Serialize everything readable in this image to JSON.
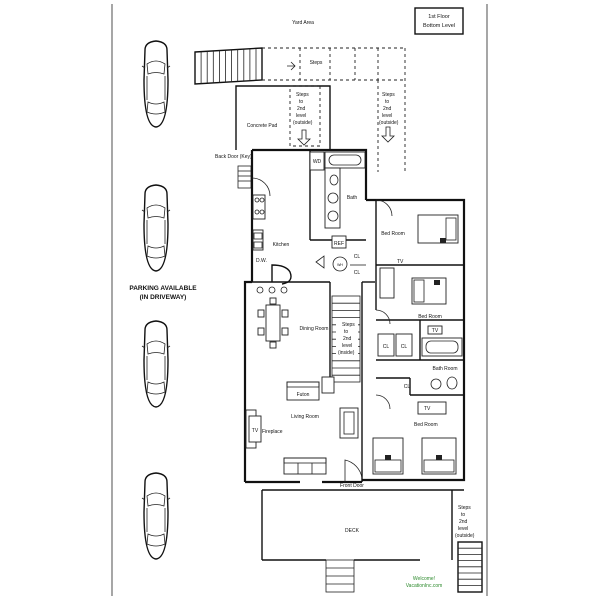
{
  "title": {
    "line1": "1st Floor",
    "line2": "Bottom Level"
  },
  "labels": {
    "yard_area": "Yard Area",
    "steps": "Steps",
    "steps_2nd_outside_1": [
      "Steps",
      "to",
      "2nd",
      "level",
      "(outside)"
    ],
    "steps_2nd_outside_2": [
      "Steps",
      "to",
      "2nd",
      "level",
      "(outside)"
    ],
    "steps_2nd_outside_3": [
      "Steps",
      "to",
      "2nd",
      "level",
      "(outside)"
    ],
    "steps_2nd_inside": [
      "Steps",
      "to",
      "2nd",
      "level",
      "(inside)"
    ],
    "concrete_pad": "Concrete Pad",
    "back_door": "Back Door (Key)",
    "wd": "WD",
    "bath": "Bath",
    "kitchen": "Kitchen",
    "ref": "REF",
    "dw": "D.W.",
    "cl": "CL",
    "tv": "TV",
    "bed_room": "Bed Room",
    "bath_room": "Bath Room",
    "dining_room": "Dining Room",
    "futon": "Futon",
    "living_room": "Living Room",
    "fireplace": "Fireplace",
    "front_door": "Front Door",
    "deck": "DECK"
  },
  "parking": {
    "line1": "PARKING AVAILABLE",
    "line2": "(IN DRIVEWAY)"
  },
  "watermark": {
    "line1": "Welcome!",
    "line2": "VacationInc.com"
  }
}
